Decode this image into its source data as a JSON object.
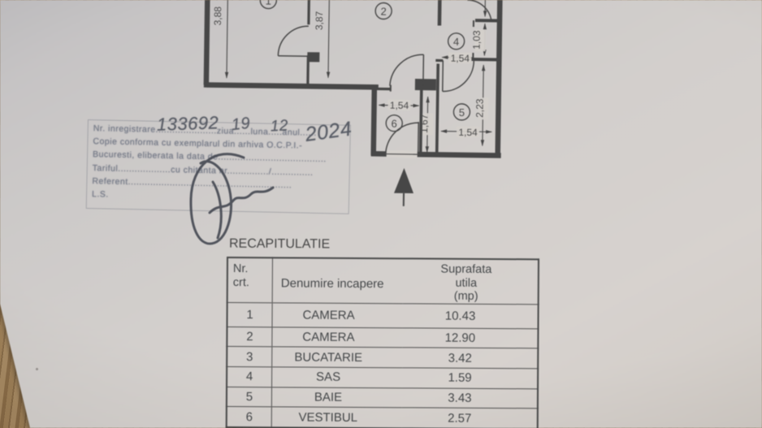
{
  "floor_plan": {
    "rooms": {
      "room1": "1",
      "room2": "2",
      "room4": "4",
      "room5": "5",
      "room6": "6"
    },
    "dims": {
      "room1_height": "3,88",
      "room2_height": "3,87",
      "sas_width": "1,54",
      "closet_height": "1,03",
      "hall_width": "1,54",
      "hall_height": "1,67",
      "bath_height": "2,23",
      "bath_width": "1,54"
    }
  },
  "stamp": {
    "line1": "Nr. inregistrare......................ziua......luna.....anul......",
    "line2": "Copie conforma cu exemplarul din arhiva O.C.P.I.-",
    "line3": "Bucuresti, eliberata la data de.......................................",
    "line4": "Tariful...................cu chitanta nr.............../...............",
    "line5": "Referent...........................................................",
    "line6": "L.S.",
    "reg_no": "133692",
    "day": "19",
    "month": "12",
    "year": "2024"
  },
  "recap": {
    "title": "RECAPITULATIE",
    "header": {
      "col1a": "Nr.",
      "col1b": "crt.",
      "col2": "Denumire incapere",
      "col3a": "Suprafata",
      "col3b": "utila",
      "col3c": "(mp)"
    },
    "rows": [
      {
        "no": "1",
        "name": "CAMERA",
        "area": "10.43"
      },
      {
        "no": "2",
        "name": "CAMERA",
        "area": "12.90"
      },
      {
        "no": "3",
        "name": "BUCATARIE",
        "area": "3.42"
      },
      {
        "no": "4",
        "name": "SAS",
        "area": "1.59"
      },
      {
        "no": "5",
        "name": "BAIE",
        "area": "3.43"
      },
      {
        "no": "6",
        "name": "VESTIBUL",
        "area": "2.57"
      }
    ]
  }
}
